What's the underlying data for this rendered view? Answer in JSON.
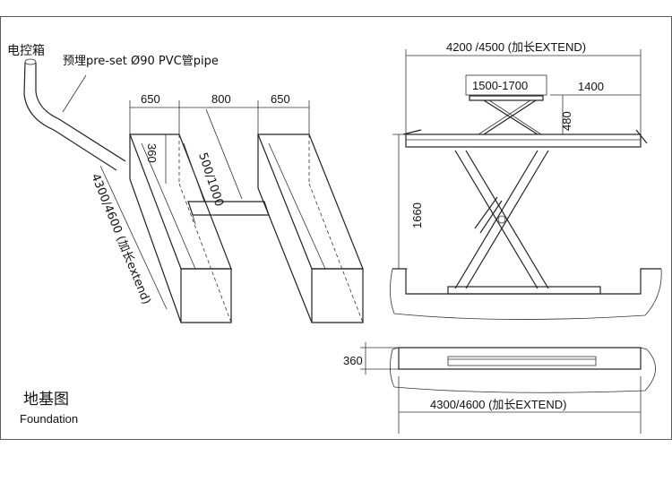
{
  "labels": {
    "control_box": "电控箱",
    "pipe": "预埋pre-set Ø90 PVC管pipe",
    "pit_width_left": "650",
    "pit_gap": "800",
    "pit_width_right": "650",
    "pit_depth": "360",
    "slot": "500/1000",
    "pit_length": "4300/4600 (加长extend)",
    "foundation_cn": "地基图",
    "foundation_en": "Foundation",
    "platform_length": "4200 /4500 (加长EXTEND)",
    "scissor_range": "1500-1700",
    "right_span": "1400",
    "low_height": "480",
    "max_height": "1660",
    "base_height": "360",
    "base_length": "4300/4600 (加长EXTEND)"
  }
}
